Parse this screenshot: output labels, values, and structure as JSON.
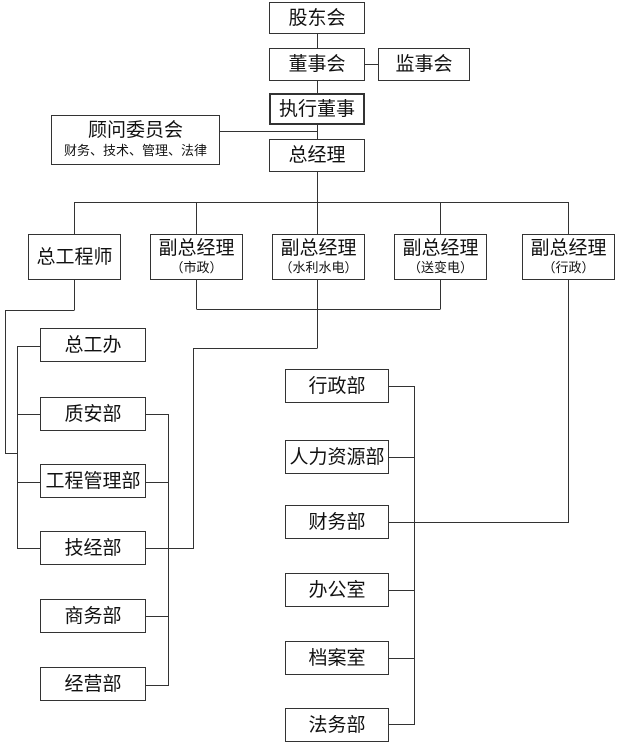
{
  "nodes": {
    "shareholders": "股东会",
    "board": "董事会",
    "supervisors": "监事会",
    "executive_director": "执行董事",
    "advisory_committee": {
      "title": "顾问委员会",
      "subtitle": "财务、技术、管理、法律"
    },
    "general_manager": "总经理",
    "chief_engineer": "总工程师",
    "deputy_municipal": {
      "title": "副总经理",
      "subtitle": "（市政）"
    },
    "deputy_water": {
      "title": "副总经理",
      "subtitle": "（水利水电）"
    },
    "deputy_power": {
      "title": "副总经理",
      "subtitle": "（送变电）"
    },
    "deputy_admin": {
      "title": "副总经理",
      "subtitle": "（行政）"
    },
    "chief_engineer_office": "总工办",
    "quality_safety": "质安部",
    "engineering_management": "工程管理部",
    "technical_economic": "技经部",
    "business_affairs": "商务部",
    "operations": "经营部",
    "administration": "行政部",
    "human_resources": "人力资源部",
    "finance": "财务部",
    "office": "办公室",
    "archives": "档案室",
    "legal": "法务部"
  },
  "colors": {
    "line": "#333333",
    "border": "#333333",
    "text": "#111111"
  }
}
